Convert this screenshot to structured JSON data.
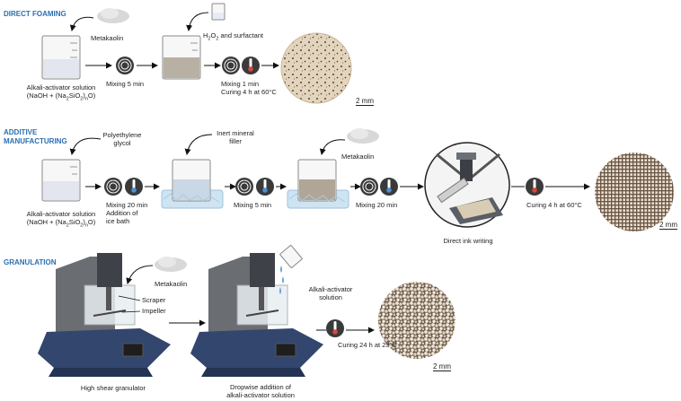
{
  "sections": {
    "direct_foaming": {
      "title": "DIRECT FOAMING",
      "metakaolin": "Metakaolin",
      "h2o2_prefix": "H",
      "h2o2_sub1": "2",
      "h2o2_mid": "O",
      "h2o2_sub2": "2",
      "h2o2_suffix": " and surfactant",
      "solution_line1": "Alkali-activator solution",
      "solution_line2_a": "(NaOH + (Na",
      "solution_line2_sub1": "2",
      "solution_line2_b": "SiO",
      "solution_line2_sub2": "2",
      "solution_line2_c": ")",
      "solution_line2_sub3": "n",
      "solution_line2_d": "O)",
      "step1": "Mixing 5 min",
      "step2_line1": "Mixing 1 min",
      "step2_line2": "Curing 4 h at 60°C",
      "scale": "2 mm"
    },
    "additive_manufacturing": {
      "title_line1": "ADDITIVE",
      "title_line2": "MANUFACTURING",
      "polyethylene_line1": "Polyethylene",
      "polyethylene_line2": "glycol",
      "inert_line1": "Inert mineral",
      "inert_line2": "filler",
      "metakaolin": "Metakaolin",
      "solution_line1": "Alkali-activator solution",
      "solution_line2_a": "(NaOH + (Na",
      "solution_line2_sub1": "2",
      "solution_line2_b": "SiO",
      "solution_line2_sub2": "2",
      "solution_line2_c": ")",
      "solution_line2_sub3": "n",
      "solution_line2_d": "O)",
      "step1_line1": "Mixing 20 min",
      "step1_line2": "Addition of",
      "step1_line3": "ice bath",
      "step2": "Mixing 5 min",
      "step3": "Mixing 20 min",
      "printer": "Direct ink writing",
      "curing": "Curing 4 h at 60°C",
      "scale": "2 mm"
    },
    "granulation": {
      "title": "GRANULATION",
      "metakaolin": "Metakaolin",
      "scraper": "Scraper",
      "impeller": "Impeller",
      "activator_line1": "Alkali-activator",
      "activator_line2": "solution",
      "curing": "Curing 24 h at 25°C",
      "granulator": "High shear granulator",
      "dropwise_line1": "Dropwise addition of",
      "dropwise_line2": "alkali-activator solution",
      "scale": "2 mm"
    }
  },
  "colors": {
    "section_title": "#2a6fb0",
    "icon_circle": "#3a3a3a",
    "thermo_red": "#d9463a",
    "thermo_blue": "#4a8fd6",
    "ice": "#cfe4f3",
    "granulator_body": "#33466e"
  }
}
